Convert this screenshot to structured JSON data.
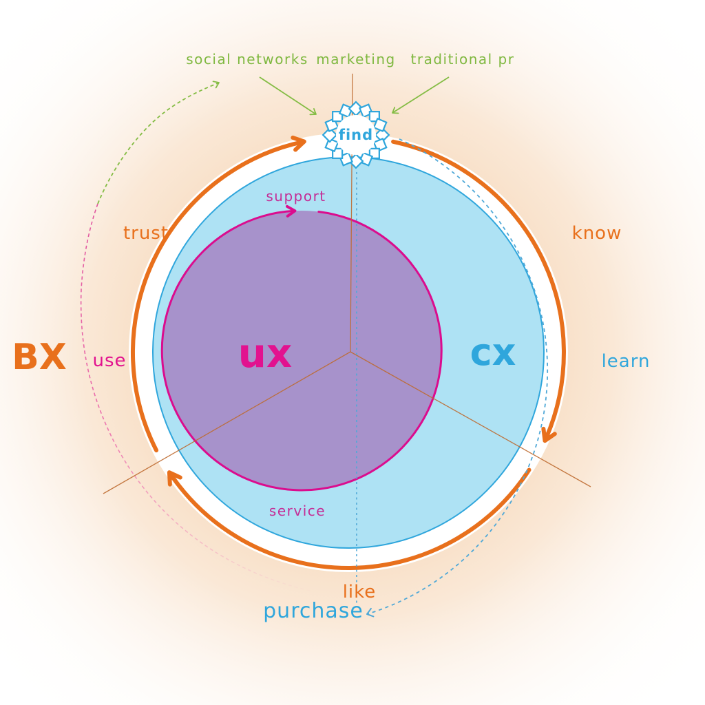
{
  "channels": {
    "social_networks": "social networks",
    "marketing": "marketing",
    "traditional_pr": "traditional pr"
  },
  "badge": {
    "label": "find"
  },
  "experiences": {
    "bx_label": "BX",
    "ux_label": "ux",
    "cx_label": "cx"
  },
  "cycle": {
    "know": "know",
    "learn": "learn",
    "like": "like",
    "purchase": "purchase",
    "use": "use",
    "trust": "trust"
  },
  "inner_cycle": {
    "support": "support",
    "service": "service"
  },
  "colors": {
    "orange": "#E8701C",
    "blue": "#2FA6DC",
    "light_blue": "#AEE2F4",
    "magenta": "#DB0C8E",
    "purple": "#A792CB",
    "green": "#84BC44",
    "pink_dashed": "#E85BA6",
    "peach_glow": "#F8DFC6",
    "radial_line": "#BE6B30"
  }
}
